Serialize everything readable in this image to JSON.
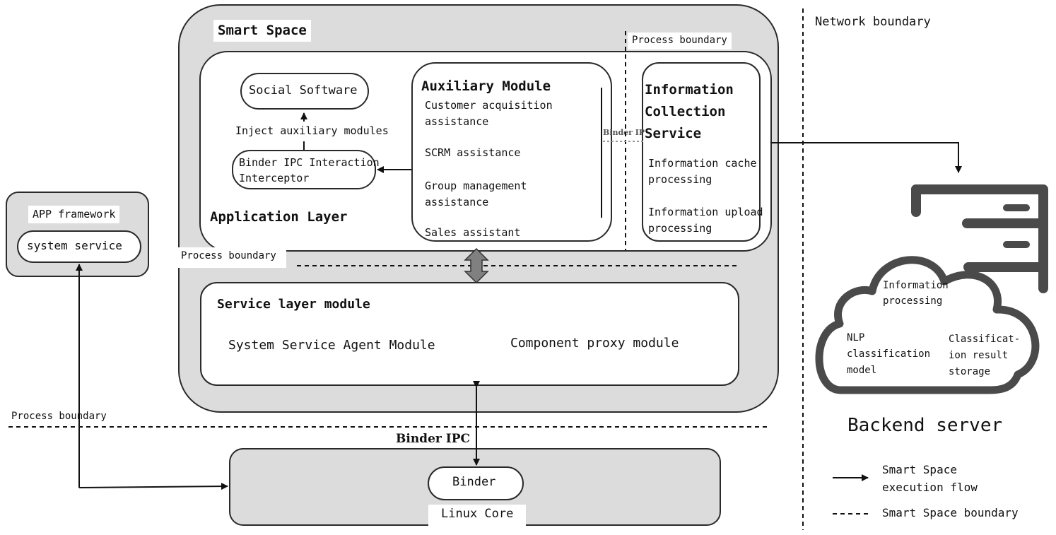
{
  "smart_space": {
    "title": "Smart Space"
  },
  "process_boundaries": {
    "top": "Process boundary",
    "middle": "Process boundary",
    "left": "Process boundary"
  },
  "network_boundary": "Network boundary",
  "app_layer": {
    "title": "Application Layer",
    "social_software": "Social Software",
    "inject_label": "Inject auxiliary modules",
    "interceptor": "Binder IPC Interaction\nInterceptor"
  },
  "auxiliary_module": {
    "title": "Auxiliary Module",
    "items": [
      "Customer acquisition\nassistance",
      "SCRM assistance",
      "Group management\nassistance",
      "Sales assistant"
    ]
  },
  "binder_ipc_small": "Binder IP",
  "info_collection": {
    "title": "Information\nCollection\nService",
    "items": [
      "Information cache\nprocessing",
      "Information upload\nprocessing"
    ]
  },
  "service_layer": {
    "title": "Service layer module",
    "agent": "System Service Agent Module",
    "proxy": "Component proxy module"
  },
  "app_framework": {
    "title": "APP framework",
    "system_service": "system service"
  },
  "binder_ipc_label": "Binder IPC",
  "linux_core": {
    "binder": "Binder",
    "title": "Linux Core"
  },
  "backend": {
    "title": "Backend server",
    "info_processing": "Information\nprocessing",
    "nlp": "NLP\nclassification\nmodel",
    "storage": "Classificat-\nion result\nstorage"
  },
  "legend": {
    "flow": "Smart Space\nexecution flow",
    "boundary": "Smart Space boundary"
  },
  "colors": {
    "box_fill": "#dcdcdc",
    "line": "#111111",
    "arrow_fill": "#808080"
  }
}
